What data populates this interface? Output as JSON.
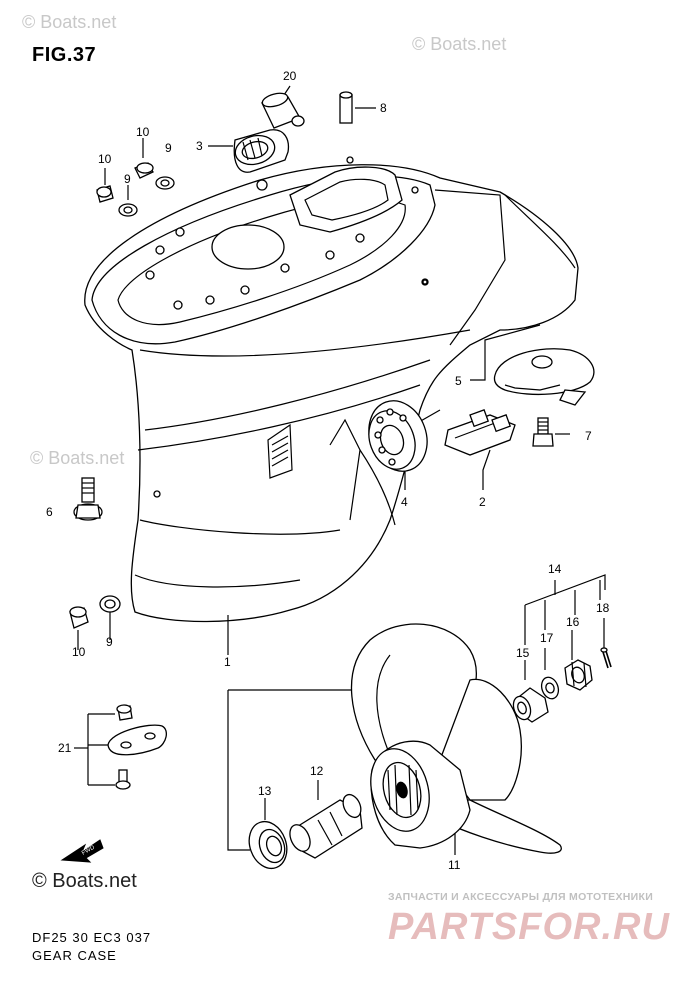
{
  "figure": {
    "title": "FIG.37",
    "code": "DF25 30 EC3  037",
    "caption": "GEAR CASE"
  },
  "watermarks": {
    "boats_top": "© Boats.net",
    "boats_mid": "© Boats.net",
    "boats_bottom": "© Boats.net",
    "copyright": "© Boats.net",
    "store_line": "ЗАПЧАСТИ И АКСЕССУАРЫ ДЛЯ МОТОТЕХНИКИ",
    "store_logo": "PARTSFOR.RU"
  },
  "callouts": {
    "c1": "1",
    "c2": "2",
    "c3": "3",
    "c4": "4",
    "c5": "5",
    "c6": "6",
    "c7": "7",
    "c8": "8",
    "c9a": "9",
    "c9b": "9",
    "c9c": "9",
    "c10a": "10",
    "c10b": "10",
    "c10c": "10",
    "c11": "11",
    "c12": "12",
    "c13": "13",
    "c14": "14",
    "c15": "15",
    "c16": "16",
    "c17": "17",
    "c18": "18",
    "c20": "20",
    "c21": "21"
  },
  "icons": {
    "front_arrow": "front-arrow-icon",
    "front_arrow_label": "FWD"
  }
}
